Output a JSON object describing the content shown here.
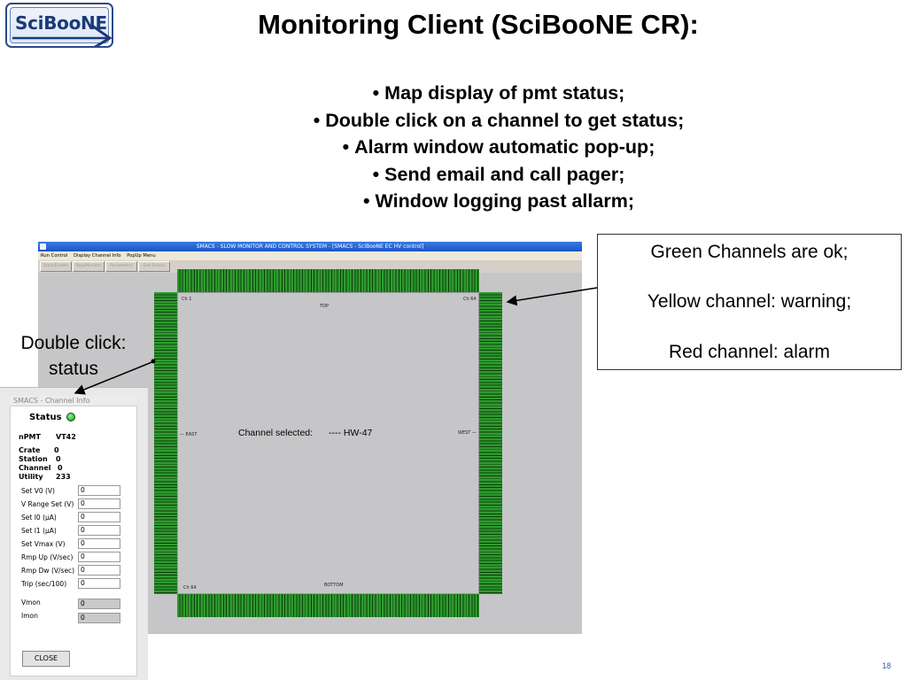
{
  "logo": {
    "text": "SciBooNE"
  },
  "slide": {
    "title": "Monitoring Client (SciBooNE CR):",
    "bullets": [
      "Map display of pmt status;",
      "Double click on a channel to get status;",
      "Alarm window automatic pop-up;",
      "Send email and call pager;",
      "Window logging past allarm;"
    ],
    "page_number": "18"
  },
  "smacs": {
    "title": "SMACS - SLOW MONITOR AND CONTROL SYSTEM - [SMACS - SciBooNE EC HV control]",
    "menu": [
      "Run Control",
      "Display Channel Info",
      "PopUp Menu"
    ],
    "toolbar": [
      "Start/Enable",
      "Stop/Monitor",
      "Parameters",
      "Exit Smacs"
    ],
    "map": {
      "ch1": "Ch 1",
      "ch64_top": "Ch 64",
      "ch64_bottom": "Ch 64",
      "top": "TOP",
      "bottom": "BOTTOM",
      "east": "— EAST",
      "west": "WEST —",
      "channel_selected_label": "Channel selected:",
      "channel_selected_value": "---- HW-47"
    },
    "pmt_status_color": "#2f9a2f"
  },
  "channel_info": {
    "title": "SMACS - Channel Info",
    "status_label": "Status",
    "status_color": "#1b9a1b",
    "npmt_label": "nPMT",
    "npmt_value": "VT42",
    "crate_label": "Crate",
    "crate_value": "0",
    "station_label": "Station",
    "station_value": "0",
    "channel_label": "Channel",
    "channel_value": "0",
    "utility_label": "Utility",
    "utility_value": "233",
    "fields": [
      {
        "label": "Set V0 (V)",
        "value": "0"
      },
      {
        "label": "V Range Set (V)",
        "value": "0"
      },
      {
        "label": "Set I0 (µA)",
        "value": "0"
      },
      {
        "label": "Set I1 (µA)",
        "value": "0"
      },
      {
        "label": "Set Vmax (V)",
        "value": "0"
      },
      {
        "label": "Rmp Up (V/sec)",
        "value": "0"
      },
      {
        "label": "Rmp Dw (V/sec)",
        "value": "0"
      },
      {
        "label": "Trip (sec/100)",
        "value": "0"
      }
    ],
    "readouts": [
      {
        "label": "Vmon",
        "value": "0"
      },
      {
        "label": "Imon",
        "value": "0"
      }
    ],
    "close_label": "CLOSE"
  },
  "callouts": {
    "double_click_line1": "Double click:",
    "double_click_line2": "status",
    "legend": [
      "Green Channels are ok;",
      "Yellow channel: warning;",
      "Red channel: alarm"
    ]
  }
}
